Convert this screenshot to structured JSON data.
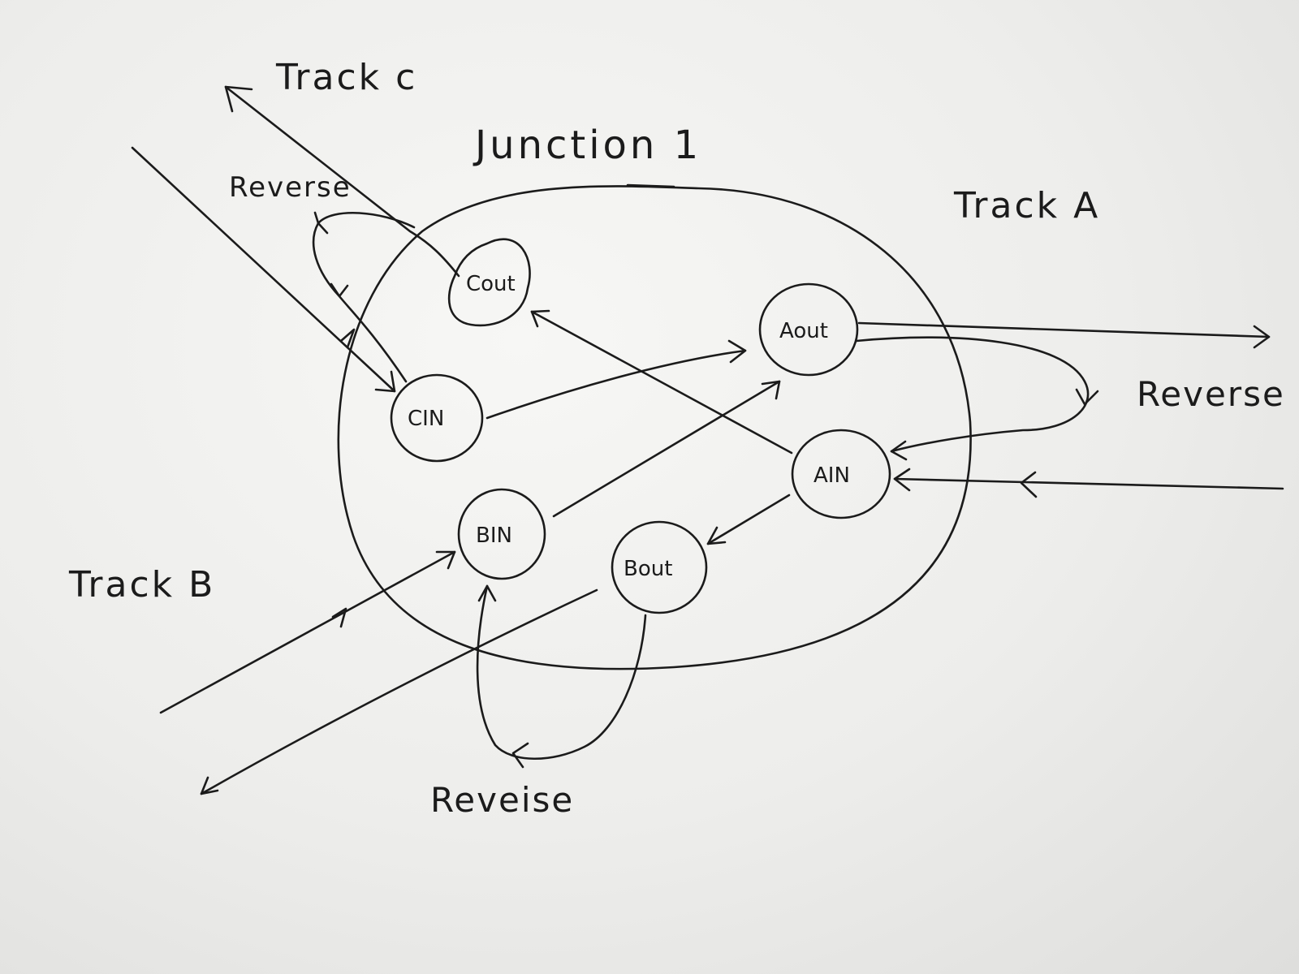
{
  "diagram": {
    "title": "Junction 1",
    "tracks": {
      "a": "Track A",
      "b": "Track B",
      "c": "Track c"
    },
    "reverse_labels": {
      "c": "Reverse",
      "a": "Reverse",
      "b": "Reveise"
    },
    "nodes": {
      "c_out": "Cout",
      "c_in": "CIN",
      "a_out": "Aout",
      "a_in": "AIN",
      "b_in": "BIN",
      "b_out": "Bout"
    }
  }
}
